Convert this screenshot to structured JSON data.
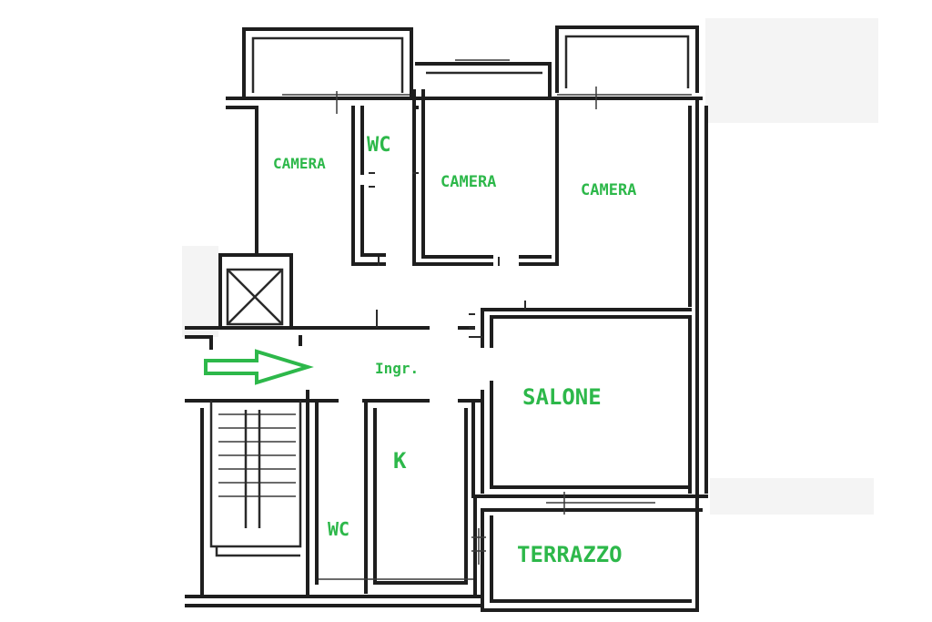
{
  "floorplan": {
    "rooms": {
      "camera_1": "CAMERA",
      "wc_1": "WC",
      "camera_2": "CAMERA",
      "camera_3": "CAMERA",
      "ingresso": "Ingr.",
      "salone": "SALONE",
      "kitchen": "K",
      "wc_2": "WC",
      "terrazzo": "TERRAZZO"
    },
    "entrance_arrow": "entrance-arrow-icon",
    "colors": {
      "labels": "#2db84a",
      "walls": "#1e1e1e",
      "background": "#ffffff"
    }
  }
}
